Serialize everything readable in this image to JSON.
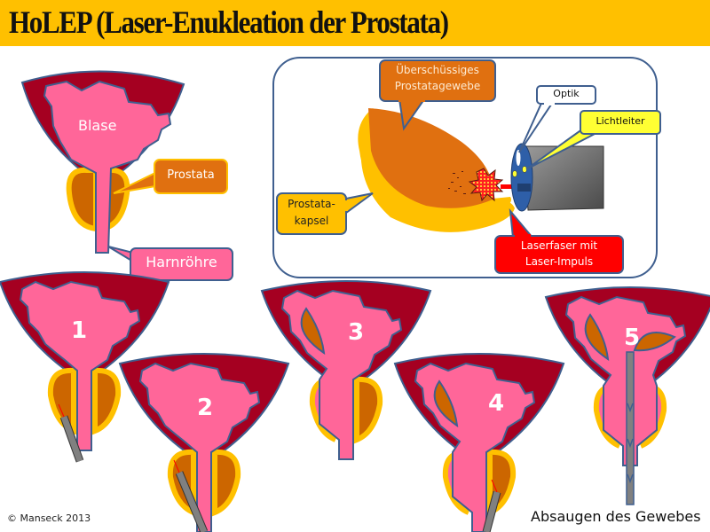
{
  "title": "HoLEP (Laser-Enukleation der Prostata)",
  "colors": {
    "title_band": "#ffc000",
    "bladder_wall": "#a50021",
    "bladder_lumen": "#ff6699",
    "prostate": "#cc6600",
    "capsule": "#ffc000",
    "outline": "#3f5f8f",
    "laser": "#ff0000",
    "instrument": "#808080",
    "optic_blue": "#2e5fa8",
    "light_guide": "#ffff33"
  },
  "anatomy_labels": {
    "bladder": "Blase",
    "prostate": "Prostata",
    "urethra": "Harnröhre"
  },
  "detail_inset": {
    "excess_tissue": "Überschüssiges Prostatagewebe",
    "excess_tissue_line1": "Überschüssiges",
    "excess_tissue_line2": "Prostatagewebe",
    "capsule_line1": "Prostata-",
    "capsule_line2": "kapsel",
    "optics": "Optik",
    "light_guide": "Lichtleiter",
    "laser_line1": "Laserfaser mit",
    "laser_line2": "Laser-Impuls"
  },
  "steps": [
    {
      "number": "1"
    },
    {
      "number": "2"
    },
    {
      "number": "3"
    },
    {
      "number": "4"
    },
    {
      "number": "5"
    }
  ],
  "caption": "Absaugen des Gewebes",
  "copyright": "© Manseck 2013"
}
